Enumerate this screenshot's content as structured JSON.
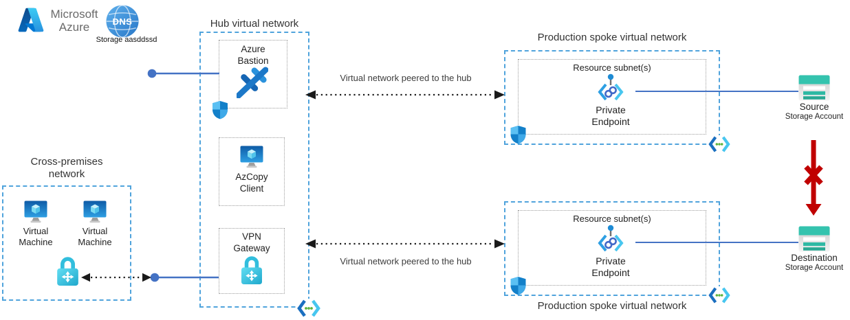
{
  "brand": {
    "name": "Microsoft\nAzure",
    "dns_label": "DNS",
    "dns_caption": "Storage aasddssd"
  },
  "hub": {
    "title": "Hub virtual network",
    "bastion_label": "Azure\nBastion",
    "azcopy_label": "AzCopy\nClient",
    "vpn_label": "VPN\nGateway"
  },
  "cross_premises": {
    "title": "Cross-premises\nnetwork",
    "vm_label_1": "Virtual\nMachine",
    "vm_label_2": "Virtual\nMachine"
  },
  "spoke_top": {
    "title": "Production spoke virtual network",
    "subnet_label": "Resource subnet(s)",
    "endpoint_label": "Private\nEndpoint"
  },
  "spoke_bottom": {
    "title": "Production spoke virtual network",
    "subnet_label": "Resource subnet(s)",
    "endpoint_label": "Private\nEndpoint"
  },
  "storage": {
    "source_name": "Source",
    "source_type": "Storage Account",
    "destination_name": "Destination",
    "destination_type": "Storage Account"
  },
  "connections": {
    "peering_top": "Virtual network peered to the hub",
    "peering_bottom": "Virtual network peered to the hub"
  },
  "colors": {
    "vnet_border": "#4FA3DC",
    "subnet_border": "#9C9C9C",
    "connector_blue": "#4472C4",
    "blocked_red": "#C00000",
    "arrow_black": "#1A1A1A",
    "storage_teal": "#34C3AE"
  }
}
